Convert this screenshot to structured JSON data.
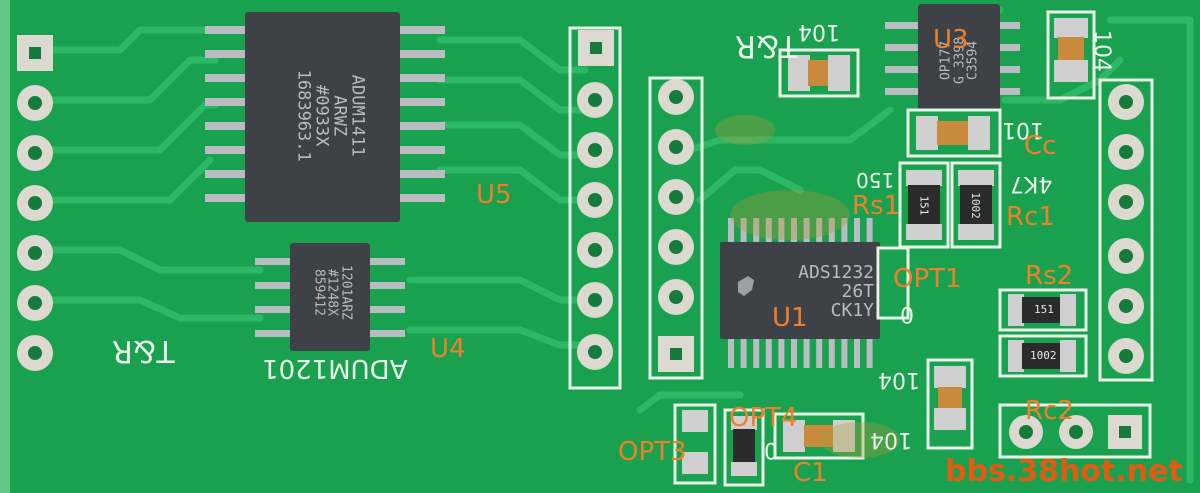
{
  "colors": {
    "board": "#1aa14f",
    "trace": "#2db865",
    "silkscreen": "#e7f3e9",
    "pad": "#dcd9d0",
    "chip": "#3e4246",
    "label": "#f07f2a",
    "watermark": "#e35a12"
  },
  "component_labels": {
    "u5": "U5",
    "u4": "U4",
    "u1": "U1",
    "u3": "U3",
    "cc": "Cc",
    "rs1": "Rs1",
    "rc1": "Rc1",
    "opt1": "OPT1",
    "rs2": "Rs2",
    "rc2": "Rc2",
    "opt3": "OPT3",
    "opt4": "OPT4",
    "c1": "C1"
  },
  "silkscreen": {
    "tr_top": "T&R",
    "tr_bottom": "T&R",
    "adum1201": "ADUM1201",
    "cap_104_top": "104",
    "cap_104_right": "104",
    "cap_104_bottom": "104",
    "cap_104_bottom2": "104",
    "cap_101": "101",
    "res_4k7": "4K7",
    "res_150": "150",
    "zero_opt1": "0",
    "zero_opt4": "0"
  },
  "chips": {
    "u5_marking": [
      "ADUM1411",
      "ARWZ",
      "#0933X",
      "1683963.1"
    ],
    "u4_marking": [
      "1201ARZ",
      "#1248X",
      "859412"
    ],
    "u1_marking": [
      "ADS1232",
      "26T",
      "CK1Y"
    ],
    "u3_marking": [
      "OP177",
      "G 3398",
      "C3594"
    ]
  },
  "resistors": {
    "rs1": "151",
    "rc1": "1002",
    "rs2": "151",
    "rc2": "1002"
  },
  "watermark": "bbs.38hot.net"
}
